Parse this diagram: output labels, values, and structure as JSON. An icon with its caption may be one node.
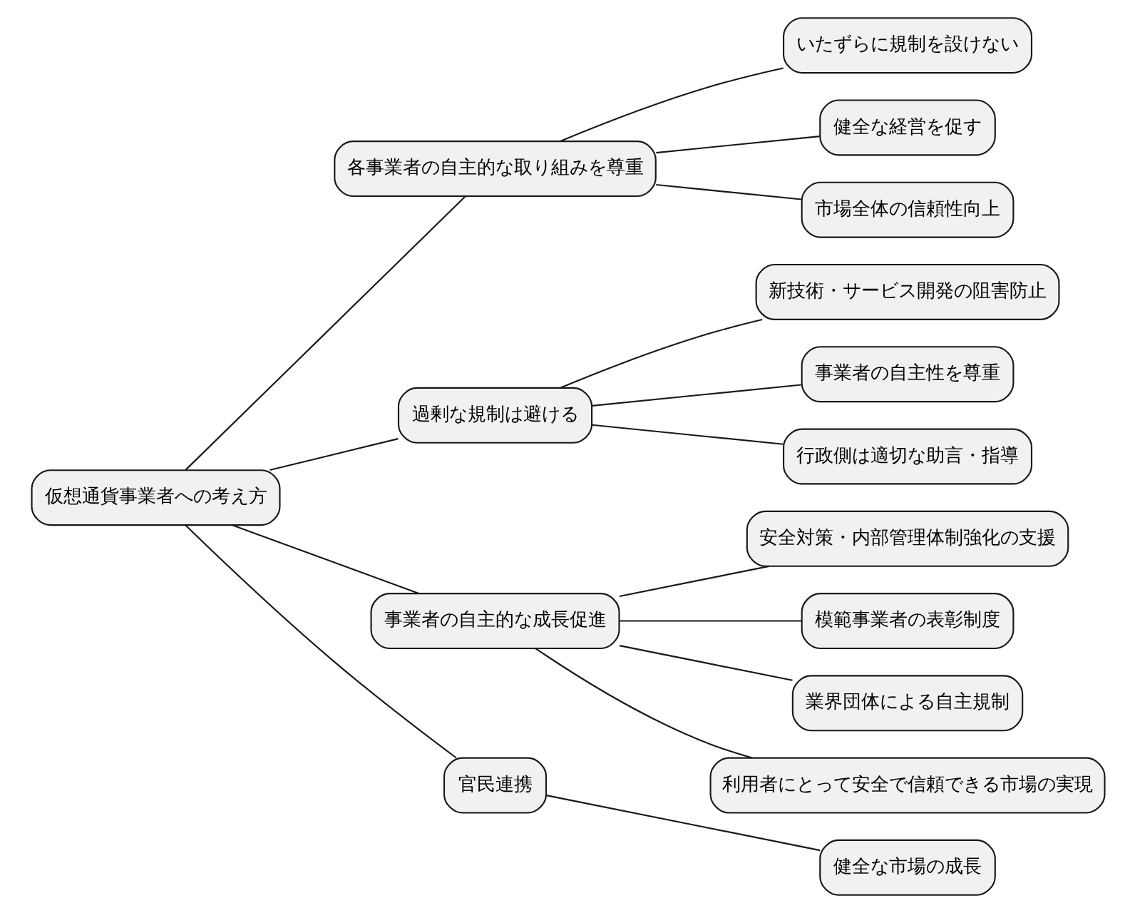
{
  "diagram": {
    "nodes": [
      {
        "text": [
          "仮想通貨事業者への考え方"
        ]
      },
      {
        "text": [
          "各事業者の自主的な取り組みを尊重"
        ]
      },
      {
        "text": [
          "いたずらに規制を設けない"
        ]
      },
      {
        "text": [
          "健全な経営を促す"
        ]
      },
      {
        "text": [
          "市場全体の信頼性向上"
        ]
      },
      {
        "text": [
          "過剰な規制は避ける"
        ]
      },
      {
        "text": [
          "新技術・サービス開発の阻害防止"
        ]
      },
      {
        "text": [
          "事業者の自主性を尊重"
        ]
      },
      {
        "text": [
          "行政側は適切な助言・指導"
        ]
      },
      {
        "text": [
          "事業者の自主的な成長促進"
        ]
      },
      {
        "text": [
          "安全対策・内部管理体制強化の支援"
        ]
      },
      {
        "text": [
          "模範事業者の表彰制度"
        ]
      },
      {
        "text": [
          "業界団体による自主規制"
        ]
      },
      {
        "text": [
          "利用者にとって安全で信頼できる市場の実現"
        ]
      },
      {
        "text": [
          "官民連携"
        ]
      },
      {
        "text": [
          "健全な市場の成長"
        ]
      }
    ],
    "edges": [
      {
        "from": 0,
        "to": 1,
        "arrow": "none"
      },
      {
        "from": 1,
        "to": 2,
        "arrow": "none"
      },
      {
        "from": 1,
        "to": 3,
        "arrow": "none"
      },
      {
        "from": 1,
        "to": 4,
        "arrow": "none"
      },
      {
        "from": 0,
        "to": 5,
        "arrow": "none"
      },
      {
        "from": 5,
        "to": 6,
        "arrow": "none"
      },
      {
        "from": 5,
        "to": 7,
        "arrow": "none"
      },
      {
        "from": 5,
        "to": 8,
        "arrow": "none"
      },
      {
        "from": 0,
        "to": 9,
        "arrow": "none"
      },
      {
        "from": 9,
        "to": 10,
        "arrow": "none"
      },
      {
        "from": 9,
        "to": 11,
        "arrow": "none"
      },
      {
        "from": 9,
        "to": 12,
        "arrow": "none"
      },
      {
        "from": 9,
        "to": 13,
        "arrow": "none"
      },
      {
        "from": 0,
        "to": 14,
        "arrow": "none"
      },
      {
        "from": 14,
        "to": 15,
        "arrow": "none"
      }
    ]
  }
}
